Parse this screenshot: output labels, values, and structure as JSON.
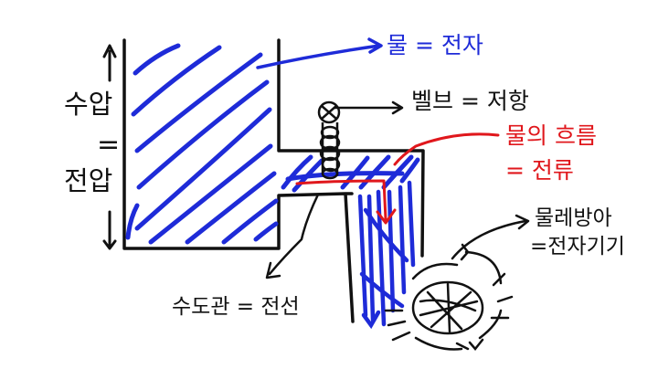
{
  "labels": {
    "water": "물 = 전자",
    "valve": "벨브 = 저항",
    "flow_line1": "물의 흐름",
    "flow_line2": "= 전류",
    "pinwheel_line1": "물레방아",
    "pinwheel_line2": "=전자기기",
    "pipe": "수도관 = 전선",
    "pressure_top": "수압",
    "pressure_mid": "=",
    "pressure_bottom": "전압"
  },
  "colors": {
    "ink": "#111111",
    "water": "#1e2bd8",
    "flow": "#e0171c"
  }
}
